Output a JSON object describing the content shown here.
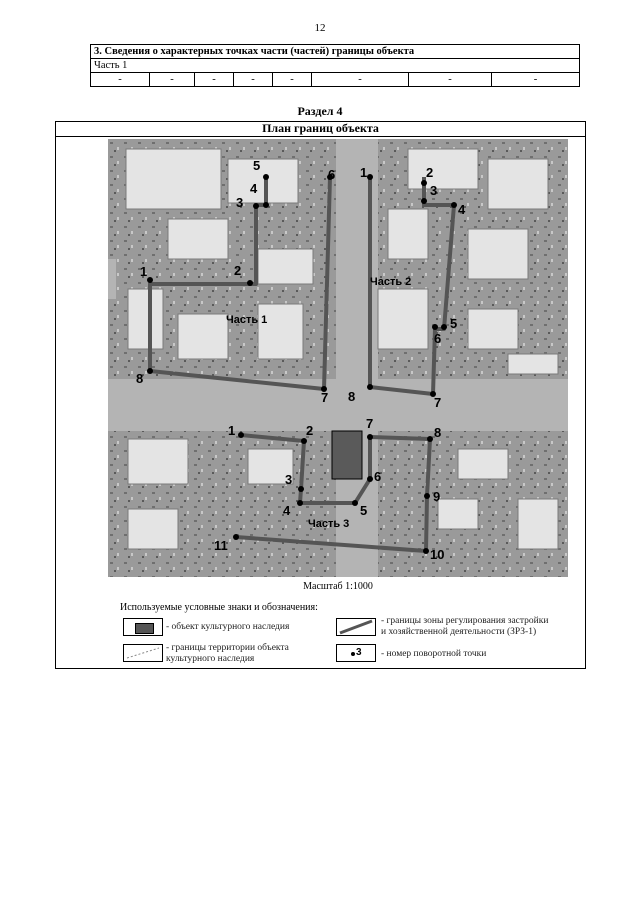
{
  "page_number": "12",
  "table": {
    "header": "3. Сведения о характерных точках части (частей) границы объекта",
    "part": "Часть 1",
    "cells": [
      "-",
      "-",
      "-",
      "-",
      "-",
      "-",
      "-",
      "-"
    ]
  },
  "section": "Раздел 4",
  "plan_title": "План границ объекта",
  "scale": "Масштаб 1:1000",
  "map": {
    "parts": [
      {
        "label": "Часть 1",
        "points": [
          "1",
          "2",
          "3",
          "4",
          "5",
          "6",
          "7",
          "8"
        ]
      },
      {
        "label": "Часть 2",
        "points": [
          "1",
          "2",
          "3",
          "4",
          "5",
          "6",
          "7",
          "8"
        ]
      },
      {
        "label": "Часть 3",
        "points": [
          "1",
          "2",
          "3",
          "4",
          "5",
          "6",
          "7",
          "8",
          "9",
          "10",
          "11"
        ]
      }
    ]
  },
  "legend": {
    "title": "Используемые условные знаки и обозначения:",
    "items": [
      {
        "symbol": "heritage-object-symbol",
        "text": "- объект культурного наследия"
      },
      {
        "symbol": "zone-boundary-symbol",
        "text_lines": [
          "- границы зоны регулирования застройки",
          "и хозяйственной деятельности (ЗРЗ-1)"
        ]
      },
      {
        "symbol": "territory-boundary-symbol",
        "text_lines": [
          "- границы территории объекта",
          "культурного наследия"
        ]
      },
      {
        "symbol": "turn-point-symbol",
        "symbol_label": "3",
        "text": "- номер поворотной точки"
      }
    ]
  }
}
